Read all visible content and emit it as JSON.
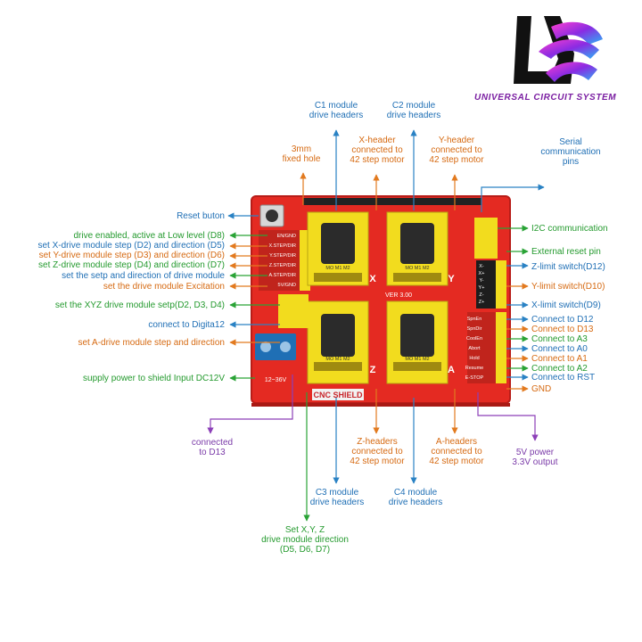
{
  "brand": {
    "name": "UNIVERSAL CIRCUIT SYSTEM"
  },
  "board": {
    "title": "CNC SHIELD",
    "version": "VER 3.00",
    "power_label": "12~36V",
    "axis_marks": [
      "X",
      "Y",
      "Z",
      "A"
    ],
    "left_pins": [
      "EN/GND",
      "X.STEP/DIR",
      "Y.STEP/DIR",
      "Z.STEP/DIR",
      "A.STEP/DIR",
      "5V/GND"
    ],
    "right_pins": [
      "X-",
      "X+",
      "Y-",
      "Y+",
      "Z-",
      "Z+"
    ],
    "bottom_right_pins": [
      "SpnEn",
      "SpnDir",
      "CoolEn",
      "Abort",
      "Hold",
      "Resume",
      "E-STOP"
    ],
    "driver_chip_text": "MO M1 M2"
  },
  "labels": {
    "c1": "C1 module\ndrive headers",
    "c2": "C2 module\ndrive headers",
    "hole": "3mm\nfixed hole",
    "x_header": "X-header\nconnected to\n42 step motor",
    "y_header": "Y-header\nconnected to\n42 step motor",
    "serial": "Serial\ncommunication\npins",
    "reset": "Reset buton",
    "enable": "drive enabled, active at Low level (D8)",
    "x_step": "set X-drive module step (D2) and direction (D5)",
    "y_step": "set Y-drive module step (D3) and direction (D6)",
    "z_step": "set Z-drive module step (D4) and direction (D7)",
    "setp_dir": "set the setp and direction of drive module",
    "excitation": "set the drive module Excitation",
    "xyz_setp": "set the XYZ drive module setp(D2, D3, D4)",
    "d12": "connect to Digita12",
    "a_step": "set A-drive module step and direction",
    "supply": "supply power to shield Input DC12V",
    "i2c": "I2C communication",
    "ext_reset": "External reset pin",
    "z_limit": "Z-limit switch(D12)",
    "y_limit": "Y-limit switch(D10)",
    "x_limit": "X-limit switch(D9)",
    "to_d12": "Connect to D12",
    "to_d13": "Connect to D13",
    "to_a3": "Connect to A3",
    "to_a0": "Connect to A0",
    "to_a1": "Connect to A1",
    "to_a2": "Connect to A2",
    "to_rst": "Connect to RST",
    "gnd": "GND",
    "d13_conn": "connected\nto D13",
    "z_headers": "Z-headers\nconnected to\n42 step motor",
    "a_headers": "A-headers\nconnected to\n42 step motor",
    "v5": "5V  power\n3.3V  output",
    "c3": "C3 module\ndrive headers",
    "c4": "C4 module\ndrive headers",
    "dir": "Set X,Y, Z\ndrive module direction\n(D5, D6, D7)"
  },
  "colors": {
    "board": "#e42a22",
    "board_dark": "#b81d18",
    "driver": "#f2dc1e",
    "header": "#1d1d1d",
    "arrow_blue": "#2a82c4",
    "arrow_orange": "#e27a1f",
    "arrow_green": "#2aa336",
    "arrow_purple": "#8c3fb8"
  }
}
